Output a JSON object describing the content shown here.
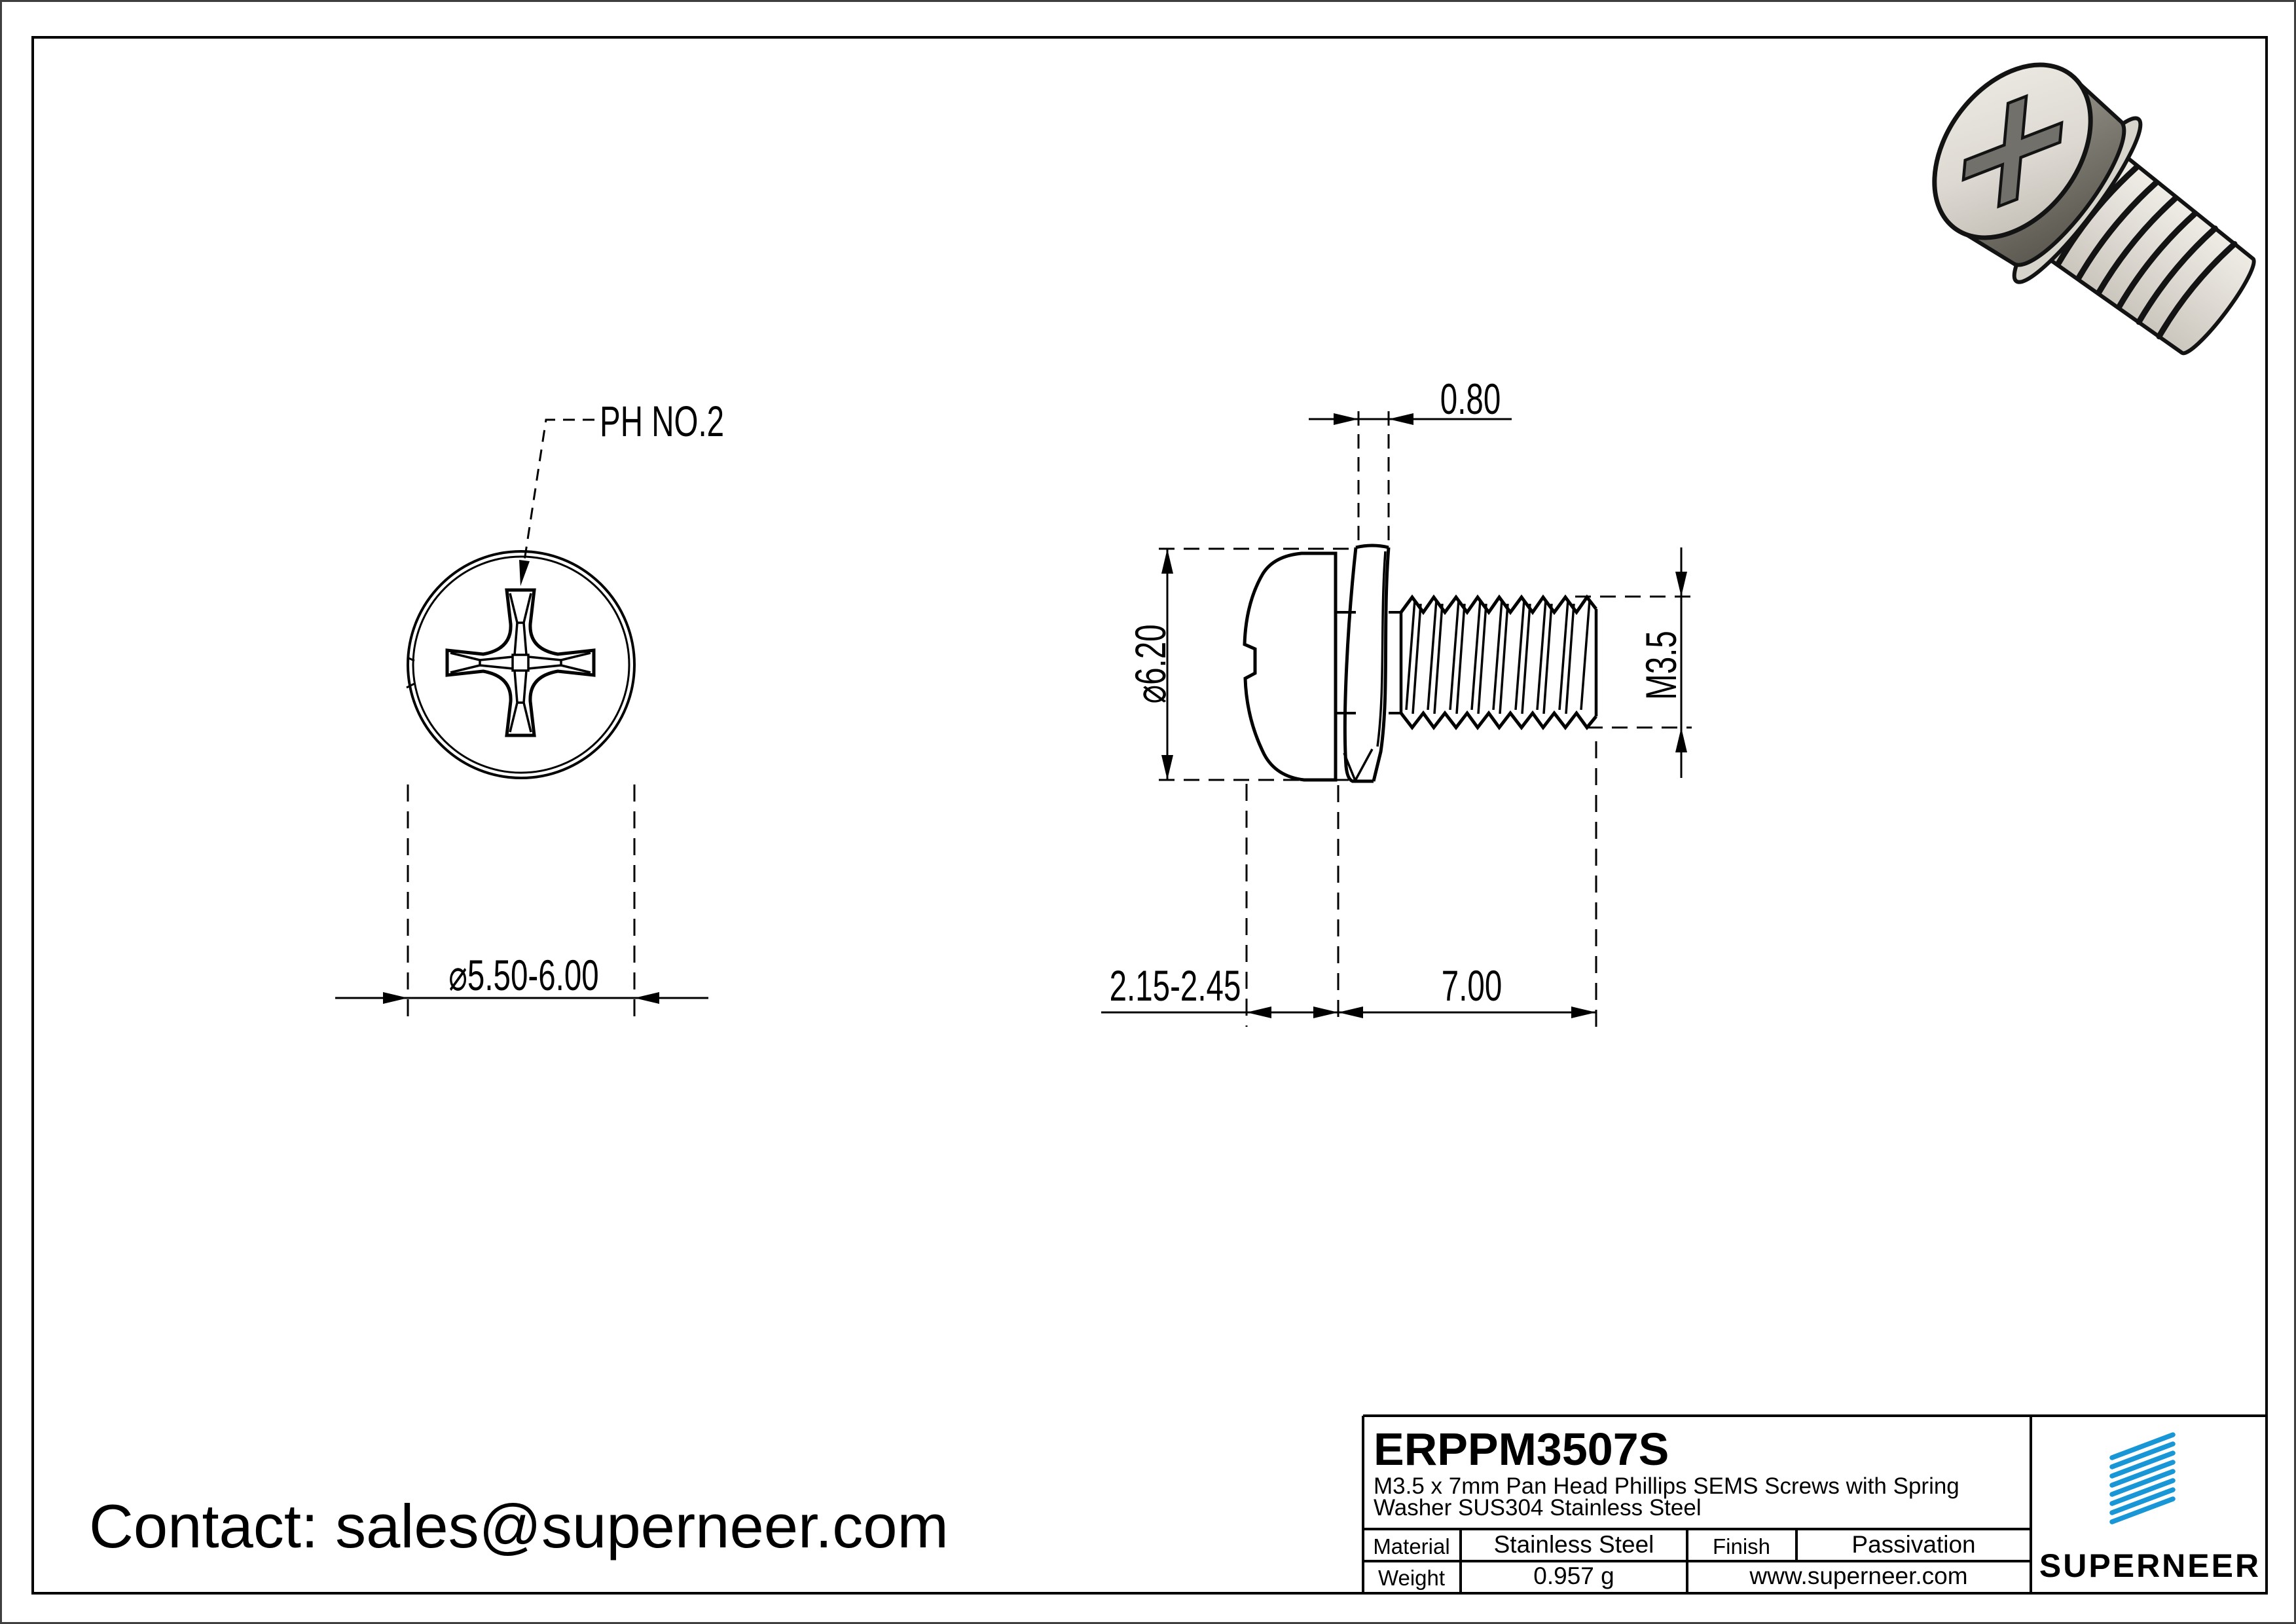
{
  "colors": {
    "line": "#000000",
    "brand_blue": "#1896d6",
    "link_blue": "#1b8ed8"
  },
  "contact": {
    "text": "Contact: sales@superneer.com"
  },
  "views": {
    "top": {
      "callout": "PH NO.2",
      "head_diameter": "⌀5.50-6.00"
    },
    "side": {
      "washer_thickness": "0.80",
      "washer_od": "⌀6.20",
      "thread_spec": "M3.5",
      "head_height": "2.15-2.45",
      "thread_length": "7.00"
    }
  },
  "title_block": {
    "part_number": "ERPPM3507S",
    "description_line1": "M3.5 x 7mm Pan Head Phillips SEMS Screws with Spring",
    "description_line2": "Washer SUS304 Stainless Steel",
    "material_label": "Material",
    "material_value": "Stainless Steel",
    "finish_label": "Finish",
    "finish_value": "Passivation",
    "weight_label": "Weight",
    "weight_value": "0.957 g",
    "website": "www.superneer.com",
    "brand": "SUPERNEER"
  }
}
